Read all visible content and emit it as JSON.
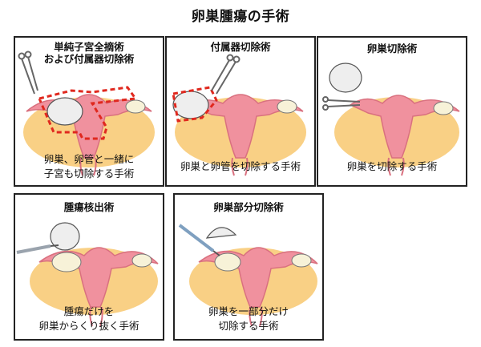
{
  "title": "卵巣腫瘍の手術",
  "panels": [
    {
      "title_lines": [
        "単純子宮全摘術",
        "および付属器切除術"
      ],
      "caption_lines": [
        "卵巣、卵管と一緒に",
        "子宮も切除する手術"
      ]
    },
    {
      "title_lines": [
        "付属器切除術"
      ],
      "caption_lines": [
        "卵巣と卵管を切除する手術"
      ]
    },
    {
      "title_lines": [
        "卵巣切除術"
      ],
      "caption_lines": [
        "卵巣を切除する手術"
      ]
    },
    {
      "title_lines": [
        "腫瘍核出術"
      ],
      "caption_lines": [
        "腫瘍だけを",
        "卵巣からくり抜く手術"
      ]
    },
    {
      "title_lines": [
        "卵巣部分切除術"
      ],
      "caption_lines": [
        "卵巣を一部分だけ",
        "切除する手術"
      ]
    }
  ],
  "colors": {
    "tissue": "#f0919e",
    "tissue_dark": "#d9707f",
    "tissue_light": "#f7b7c0",
    "pelvis": "#f8c870",
    "ovary": "#f7f2d8",
    "tumor": "#eeeeee",
    "cut_line": "#e0281e",
    "instrument": "#9aa3ad"
  },
  "icons": [
    "forceps-icon",
    "scalpel-icon",
    "cautery-pen-icon"
  ]
}
